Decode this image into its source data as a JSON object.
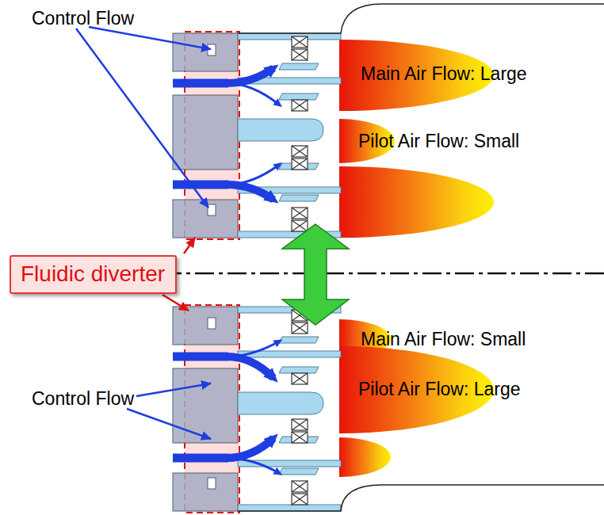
{
  "diagram": {
    "nodes": [
      {
        "text": [
          "Fluidic diverter"
        ]
      }
    ],
    "labels": [
      "Control Flow",
      "Main Air Flow: Large",
      "Pilot Air Flow: Small",
      "Main Air Flow: Small",
      "Control Flow",
      "Pilot Air Flow: Large"
    ]
  }
}
